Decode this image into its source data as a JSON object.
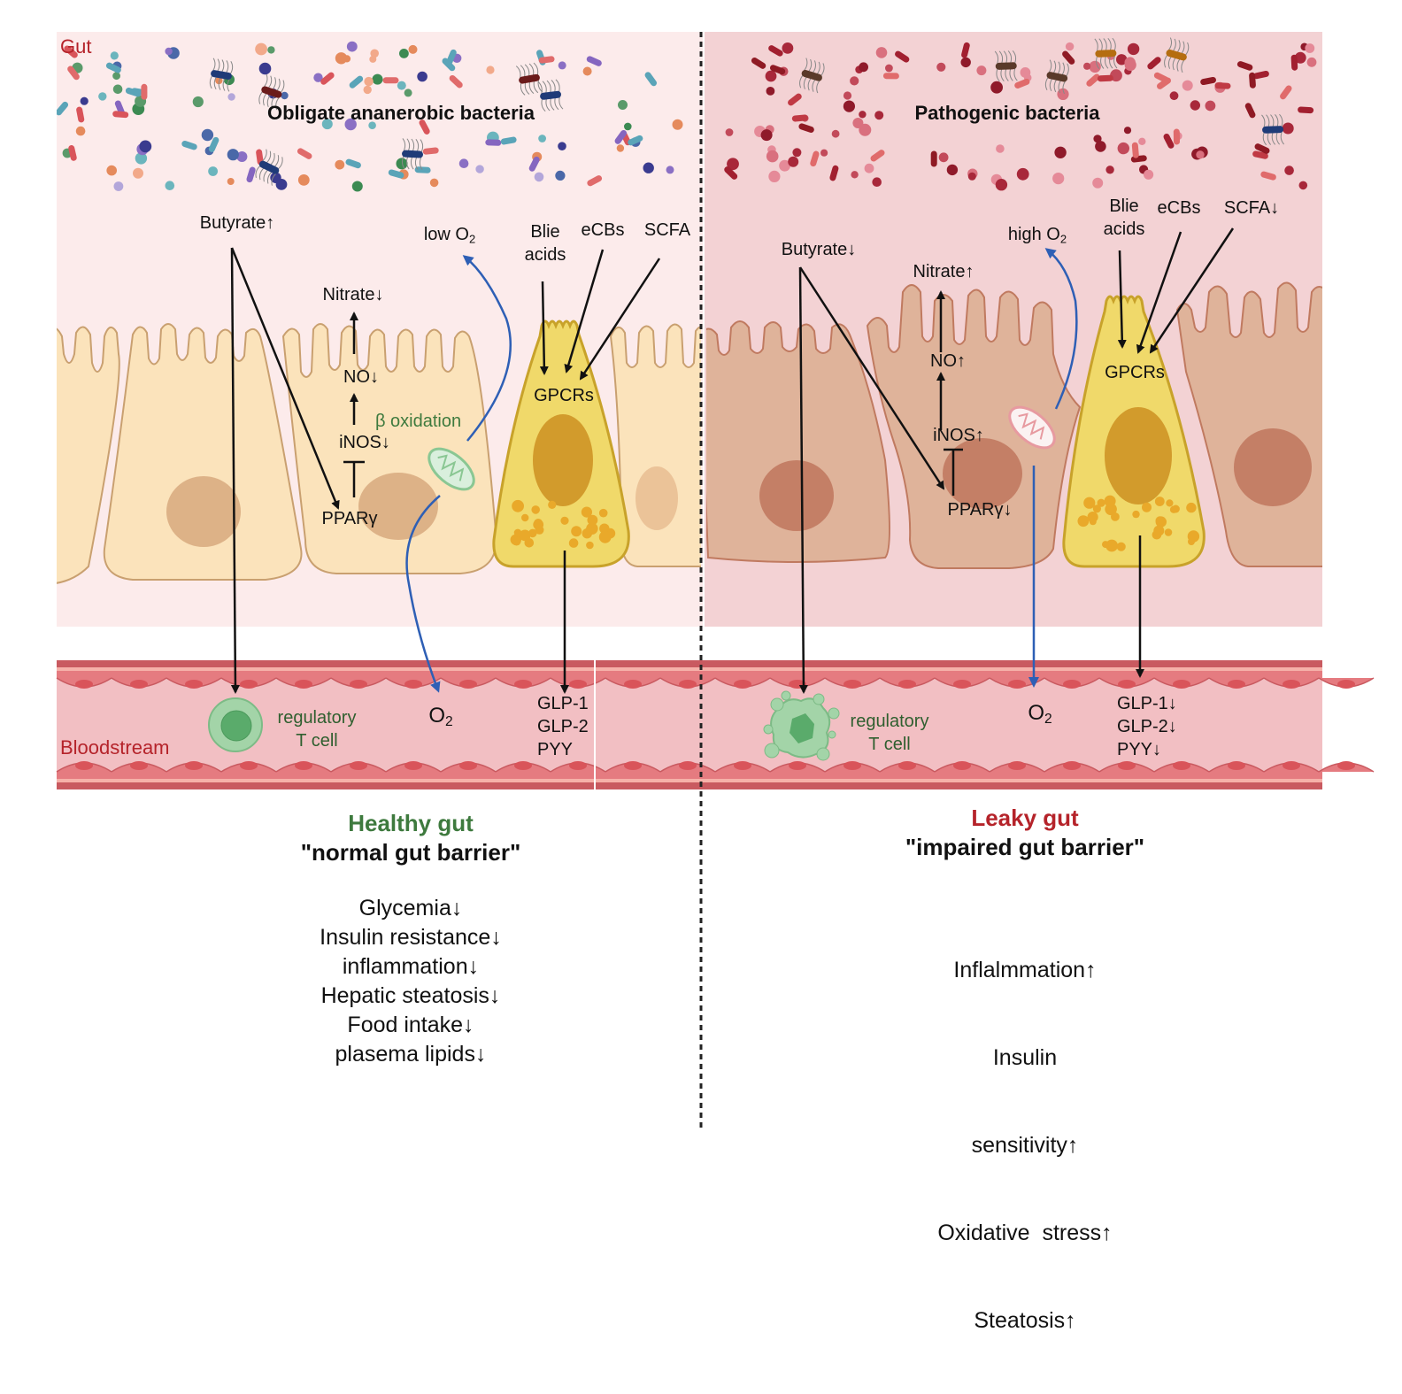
{
  "colors": {
    "healthy_bg": "#fcebeb",
    "leaky_bg": "#f3d2d4",
    "healthy_cell": "#fbe3bb",
    "healthy_cell_stroke": "#c9a070",
    "healthy_nucleus": "#ddb287",
    "leaky_cell": "#dfb39a",
    "leaky_cell_stroke": "#c07a60",
    "leaky_nucleus": "#c47f66",
    "enteroendocrine_cell": "#f0d96a",
    "enteroendocrine_stroke": "#c8a22a",
    "enteroendocrine_nucleus": "#d29b2c",
    "granule": "#e9a92a",
    "vessel_lumen": "#f2bfc3",
    "vessel_wall": "#e57b80",
    "vessel_wall_dark": "#c95a60",
    "vessel_wall_light": "#f6b1a9",
    "tcell_outer": "#a3d4a8",
    "tcell_inner": "#5aab6b",
    "oxygen_arrow": "#2e5fb5",
    "region_label": "#b5232a",
    "healthy_title": "#3e7a3e",
    "leaky_title": "#b5232a"
  },
  "labels": {
    "gut": "Gut",
    "bloodstream": "Bloodstream"
  },
  "healthy": {
    "bacteria_title": "Obligate ananerobic bacteria",
    "butyrate": "Butyrate↑",
    "nitrate": "Nitrate↓",
    "no": "NO↓",
    "inos": "iNOS↓",
    "ppar": "PPARγ",
    "oxygen_lumen": "low O",
    "oxygen_sub": "2",
    "beta_oxidation": "β oxidation",
    "bile_acids_1": "Blie",
    "bile_acids_2": "acids",
    "ecbs": "eCBs",
    "scfa": "SCFA",
    "gpcrs": "GPCRs",
    "tcell_1": "regulatory",
    "tcell_2": "T cell",
    "oxygen_blood": "O",
    "hormones": [
      "GLP-1",
      "GLP-2",
      "PYY"
    ],
    "summary_title": "Healthy gut",
    "summary_subtitle": "\"normal gut barrier\"",
    "effects": [
      "Glycemia↓",
      "Insulin resistance↓",
      "inflammation↓",
      "Hepatic steatosis↓",
      "Food intake↓",
      "plasema lipids↓"
    ]
  },
  "leaky": {
    "bacteria_title": "Pathogenic bacteria",
    "butyrate": "Butyrate↓",
    "nitrate": "Nitrate↑",
    "no": "NO↑",
    "inos": "iNOS↑",
    "ppar": "PPARγ↓",
    "oxygen_lumen": "high O",
    "oxygen_sub": "2",
    "bile_acids_1": "Blie",
    "bile_acids_2": "acids",
    "ecbs": "eCBs",
    "scfa": "SCFA↓",
    "gpcrs": "GPCRs",
    "tcell_1": "regulatory",
    "tcell_2": "T cell",
    "oxygen_blood": "O",
    "hormones": [
      "GLP-1↓",
      "GLP-2↓",
      "PYY↓"
    ],
    "summary_title": "Leaky gut",
    "summary_subtitle": "\"impaired gut barrier\"",
    "effects": [
      "Inflalmmation↑",
      "Insulin",
      "sensitivity↑",
      "Oxidative  stress↑",
      "Steatosis↑"
    ]
  }
}
